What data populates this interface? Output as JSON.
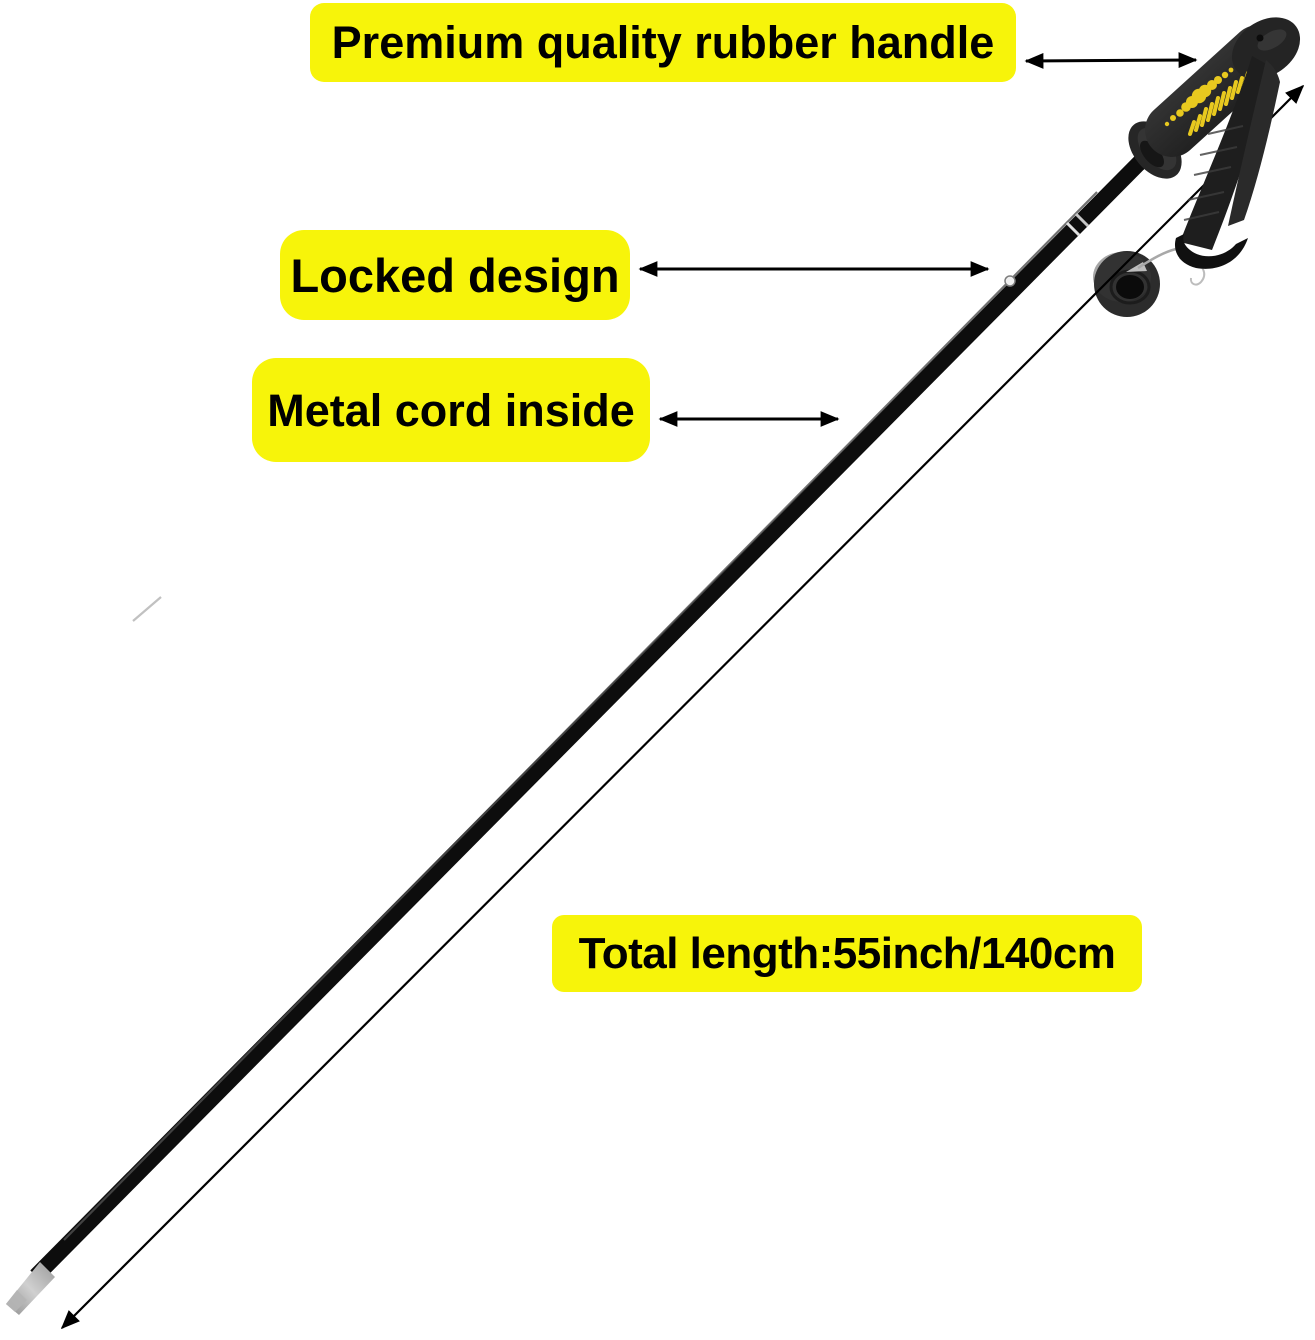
{
  "page": {
    "background": "#ffffff"
  },
  "callouts": {
    "handle": "Premium quality rubber handle",
    "lock": "Locked design",
    "cord": "Metal cord inside",
    "length": "Total length:55inch/140cm"
  },
  "product": {
    "item": "trekking-ski-pole",
    "parts": [
      "rubber handle",
      "wrist strap",
      "snow basket",
      "lock button",
      "pole shaft",
      "carbide tip"
    ]
  },
  "style": {
    "page_bg": "#ffffff",
    "label_bg": "#f7f40a",
    "label_text": "#000000",
    "pole_color": "#0d0d0d",
    "grip_accent": "#e8c91f",
    "arrow_color": "#000000"
  }
}
